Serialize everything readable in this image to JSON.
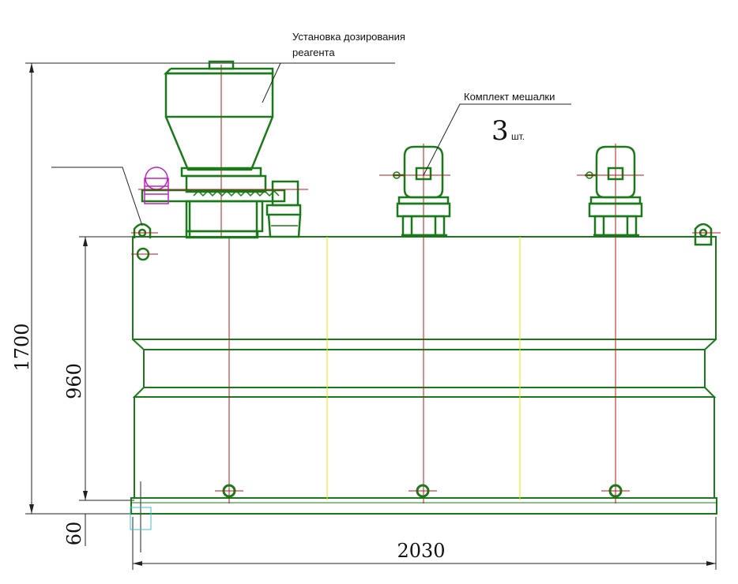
{
  "labels": {
    "dosing_unit_line1": "Установка дозирования",
    "dosing_unit_line2": "реагента",
    "mixer_set": "Комплект мешалки",
    "mixer_qty_number": "3",
    "mixer_qty_unit": "шт."
  },
  "dimensions": {
    "height_total": "1700",
    "height_tank": "960",
    "height_base": "60",
    "width_total": "2030"
  },
  "colors": {
    "equipment": "#1a7a1a",
    "axis": "#b01818",
    "section": "#e6e600",
    "dimension": "#222222",
    "motor_accent": "#c020c0",
    "marker": "#40c0c0"
  }
}
